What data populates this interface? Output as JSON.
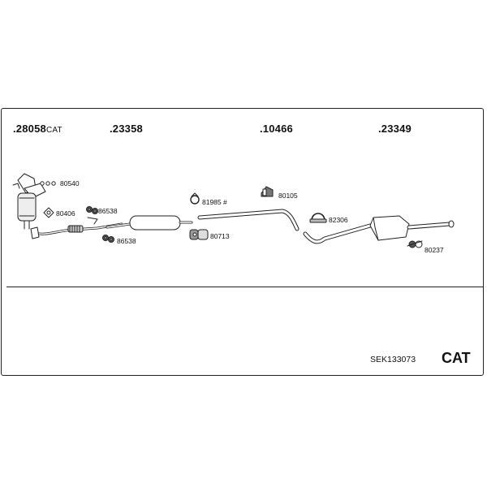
{
  "parts": {
    "front_pipe_cat": {
      "number": ".28058",
      "suffix": "CAT"
    },
    "center_muffler": {
      "number": ".23358"
    },
    "intermediate_pipe": {
      "number": ".10466"
    },
    "rear_muffler": {
      "number": ".23349"
    }
  },
  "hardware": {
    "h80540": "80540",
    "h80406": "80406",
    "h86538a": "86538",
    "h86538b": "86538",
    "h81985": "81985 #",
    "h80105": "80105",
    "h80713": "80713",
    "h82306": "82306",
    "h80237": "80237"
  },
  "set_id": "SEK133073",
  "cat_label": "CAT",
  "colors": {
    "line": "#222222",
    "fill": "#ffffff",
    "shade": "#d9d9d9"
  }
}
